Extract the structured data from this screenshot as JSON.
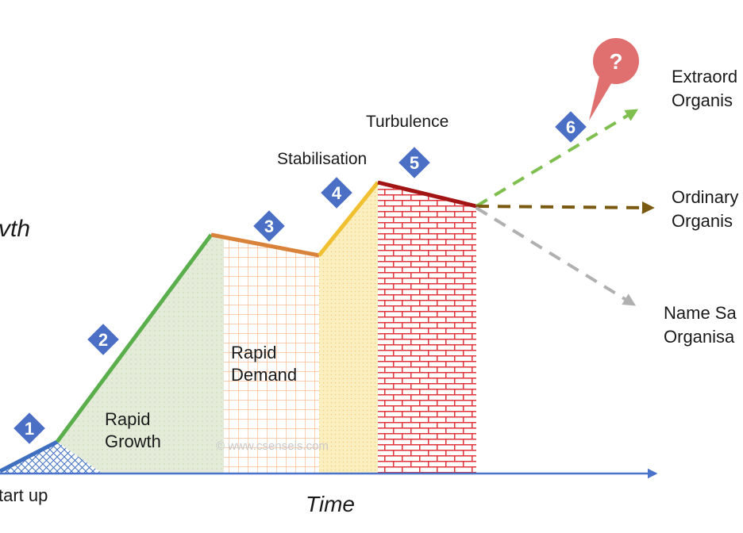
{
  "axis": {
    "y_label": "vth",
    "x_label": "Time"
  },
  "watermark": "© www.csenseis.com",
  "stages": {
    "startup": "tart up",
    "rapid_growth": [
      "Rapid",
      "Growth"
    ],
    "rapid_demand": [
      "Rapid",
      "Demand"
    ],
    "stabilisation": "Stabilisation",
    "turbulence": "Turbulence"
  },
  "badges": [
    "1",
    "2",
    "3",
    "4",
    "5",
    "6"
  ],
  "question_mark": "?",
  "outcomes": {
    "extraordinary": [
      "Extraord",
      "Organis"
    ],
    "ordinary": [
      "Ordinary",
      "Organis"
    ],
    "same": [
      "Name Sa",
      "Organisa"
    ]
  },
  "colors": {
    "stage1": "#3f6fbf",
    "stage2": "#5aae4b",
    "stage3": "#d9823a",
    "stage4": "#f0c030",
    "stage5": "#a31414",
    "extraordinary_arrow": "#7fbf4f",
    "ordinary_arrow": "#7a5a10",
    "same_arrow": "#b0b0b0",
    "badge": "#4a6fc4",
    "bubble": "#e07070"
  }
}
